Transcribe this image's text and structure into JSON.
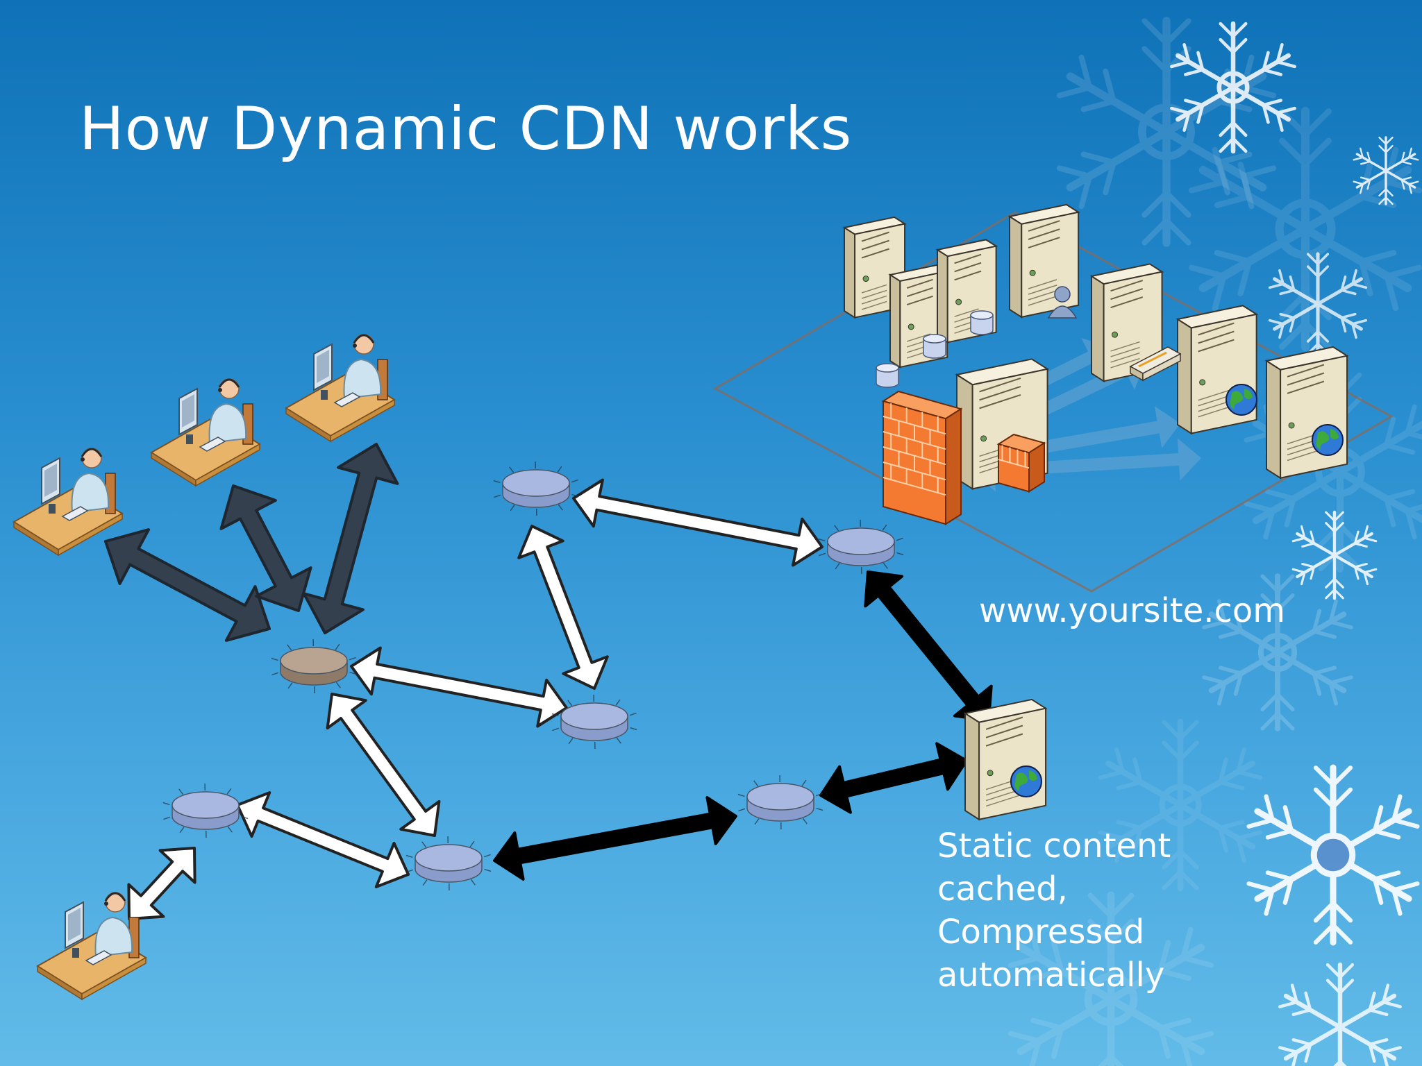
{
  "title": "How Dynamic CDN works",
  "site_label": "www.yoursite.com",
  "static_note": [
    "Static content",
    "cached,",
    "Compressed",
    "automatically"
  ],
  "colors": {
    "background_top": "#0f72b8",
    "background_bottom": "#62bbe8",
    "node_blue": "#a8b8e0",
    "node_local": "#b8a490",
    "arrow_white": "#ffffff",
    "arrow_dark": "#34404e",
    "arrow_black": "#000000",
    "firewall": "#f47a32",
    "server": "#ece4c8"
  },
  "icons": [
    "snowflake-icon",
    "user-workstation-icon",
    "edge-node-icon",
    "local-edge-node-icon",
    "server-icon",
    "firewall-icon",
    "globe-icon",
    "database-icon",
    "user-icon"
  ]
}
